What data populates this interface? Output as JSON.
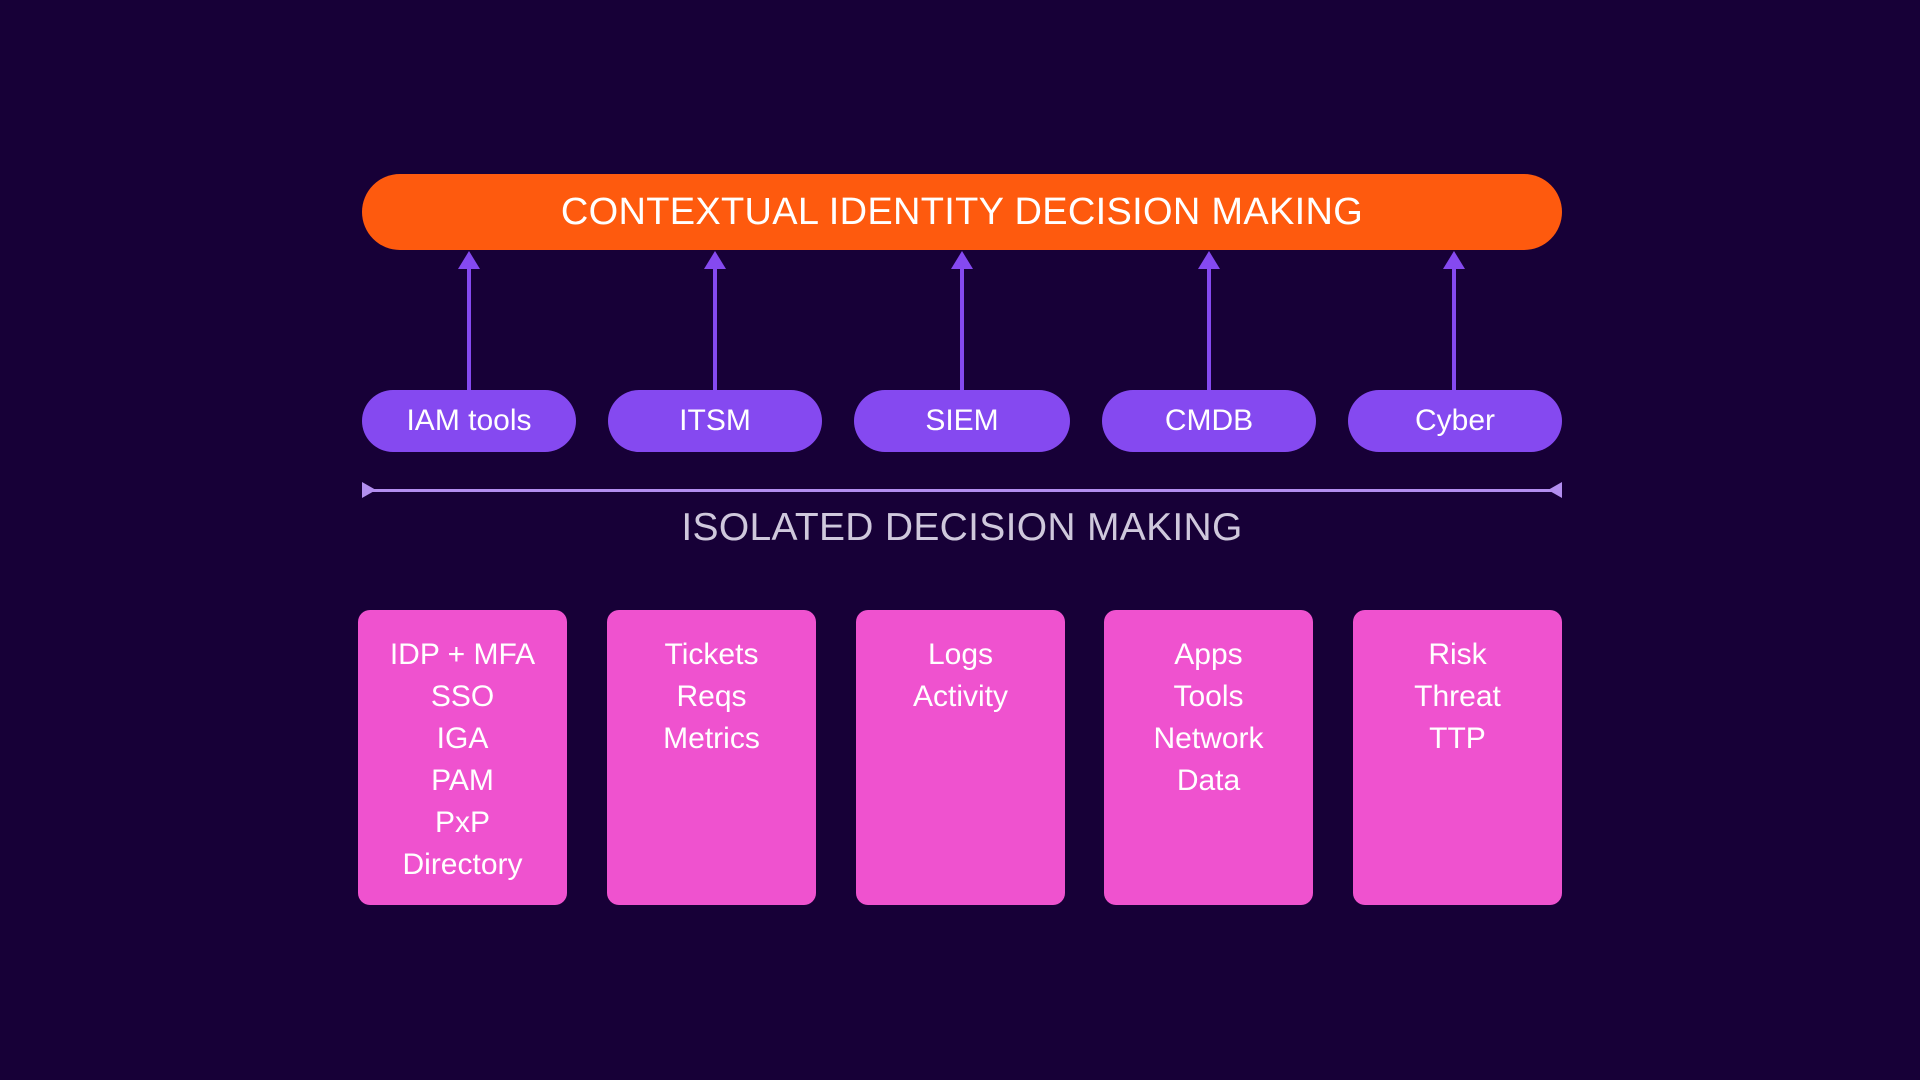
{
  "diagram": {
    "top_label": "CONTEXTUAL IDENTITY DECISION MAKING",
    "span_label": "ISOLATED DECISION MAKING",
    "sources": [
      {
        "label": "IAM tools",
        "items": [
          "IDP + MFA",
          "SSO",
          "IGA",
          "PAM",
          "PxP",
          "Directory"
        ]
      },
      {
        "label": "ITSM",
        "items": [
          "Tickets",
          "Reqs",
          "Metrics"
        ]
      },
      {
        "label": "SIEM",
        "items": [
          "Logs",
          "Activity"
        ]
      },
      {
        "label": "CMDB",
        "items": [
          "Apps",
          "Tools",
          "Network",
          "Data"
        ]
      },
      {
        "label": "Cyber",
        "items": [
          "Risk",
          "Threat",
          "TTP"
        ]
      }
    ]
  },
  "colors": {
    "background": "#170037",
    "top_bar": "#fe5a0e",
    "source_pill": "#8549f0",
    "detail_box": "#ef52cf",
    "span_line": "#b38ef0",
    "span_label": "#cfc8dc",
    "text": "#ffffff"
  }
}
